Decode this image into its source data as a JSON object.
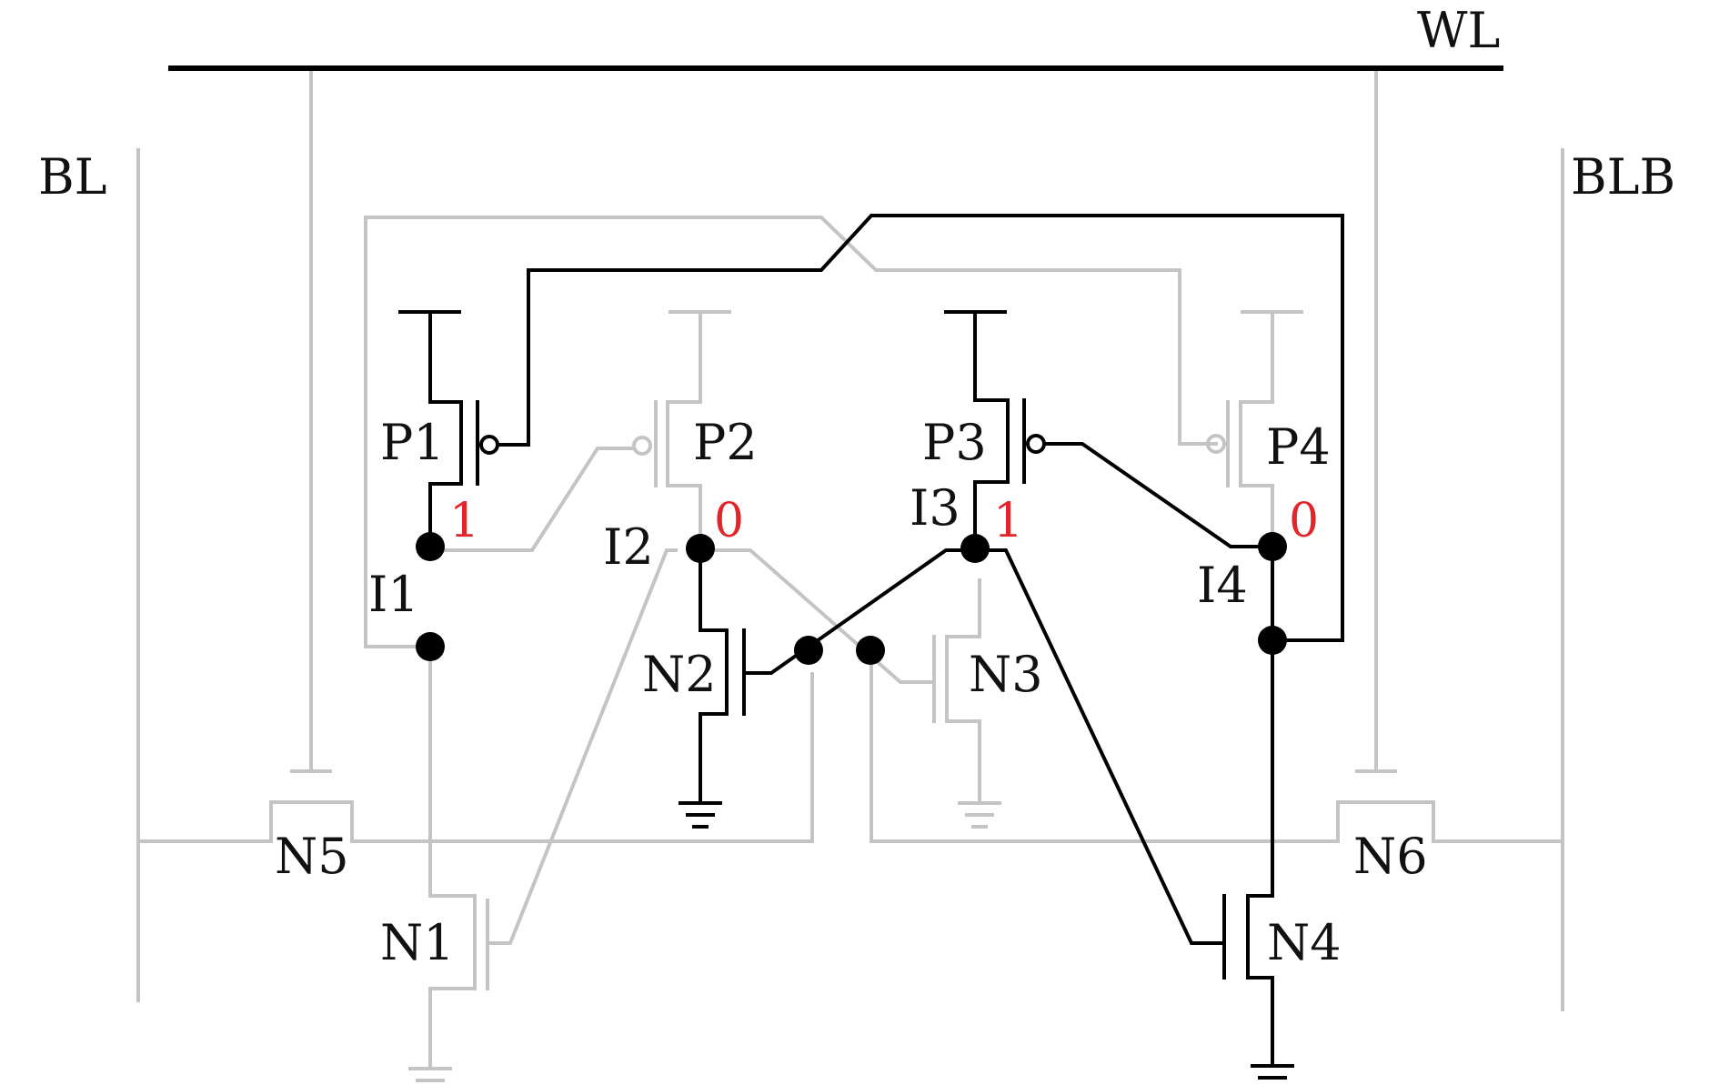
{
  "labels": {
    "wordline": "WL",
    "bitline": "BL",
    "bitline_bar": "BLB",
    "transistors": [
      "P1",
      "P2",
      "P3",
      "P4",
      "N1",
      "N2",
      "N3",
      "N4",
      "N5",
      "N6"
    ],
    "nodes": [
      "I1",
      "I2",
      "I3",
      "I4"
    ]
  },
  "node_values": {
    "I1": "1",
    "I2": "0",
    "I3": "1",
    "I4": "0"
  },
  "colors": {
    "active": "#000000",
    "inactive": "#c4c4c4",
    "value": "#e0262b"
  }
}
